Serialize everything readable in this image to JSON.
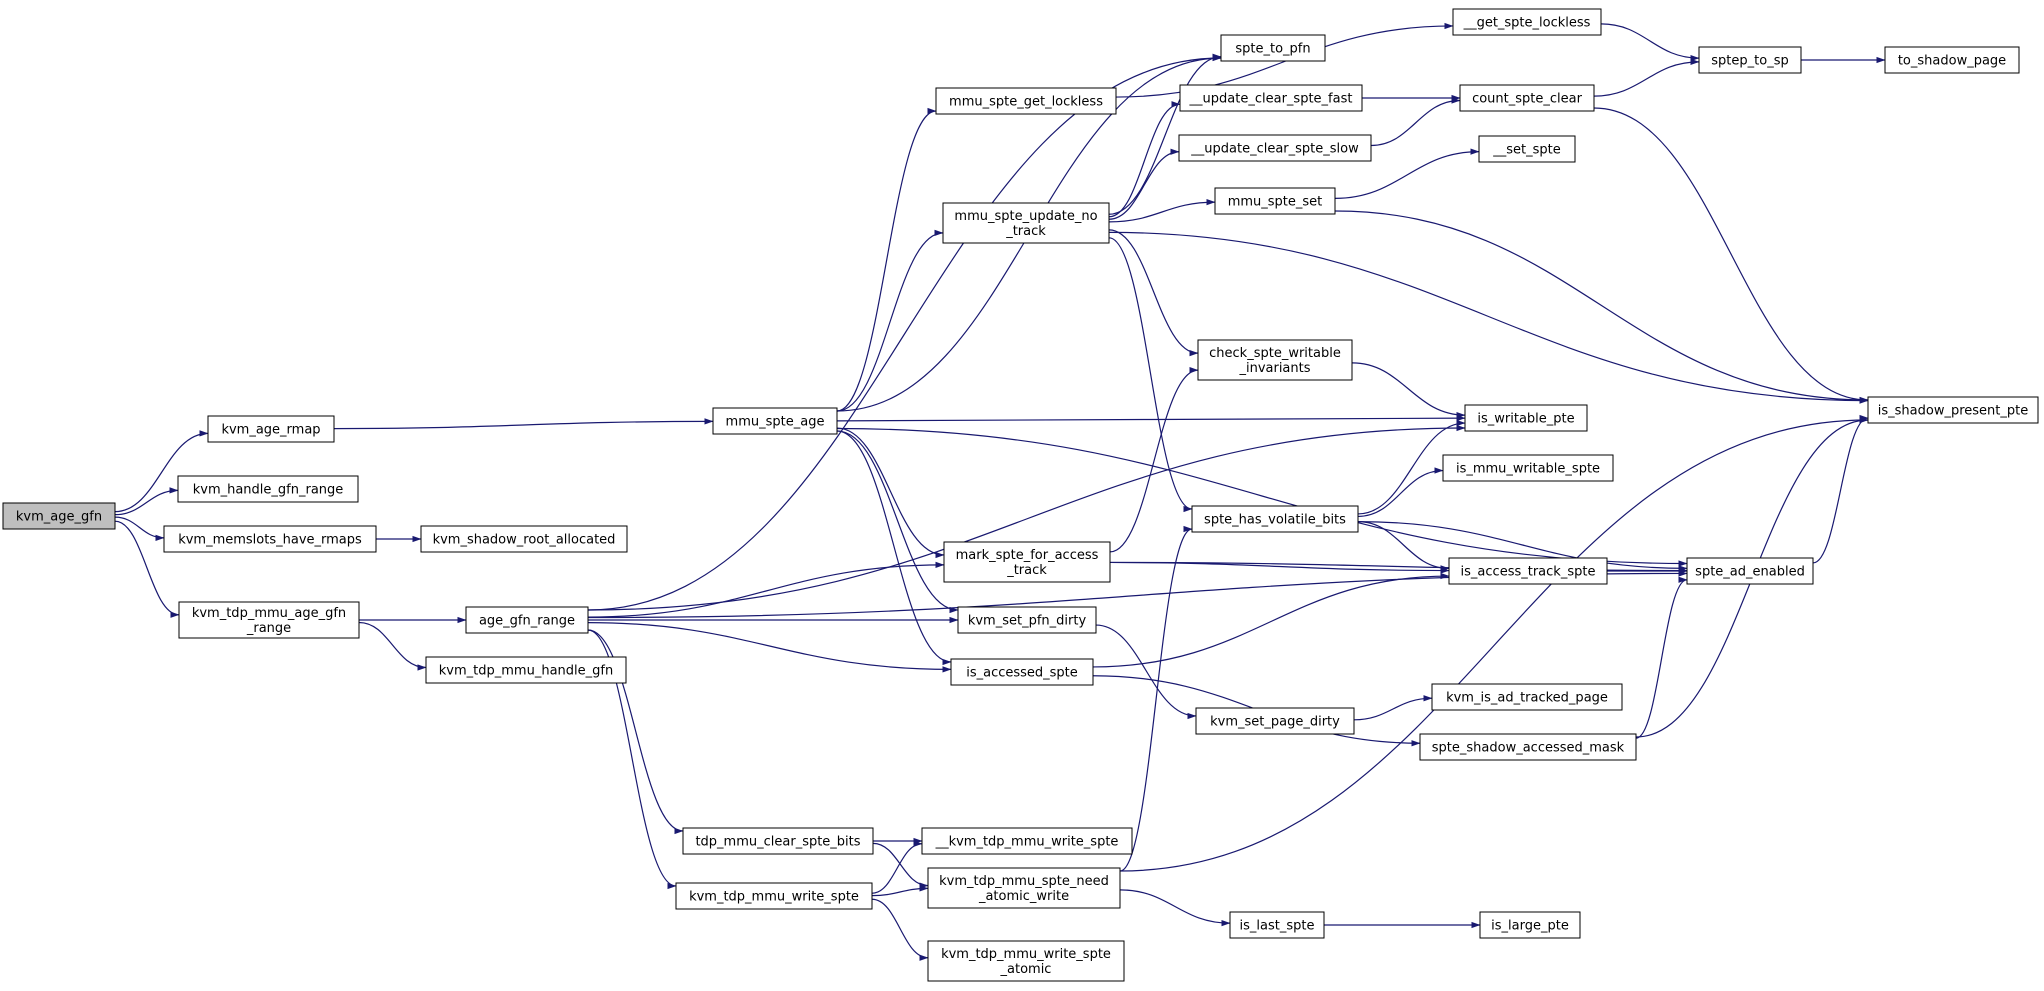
{
  "colors": {
    "edge": "#191970",
    "root_fill": "#bfbfbf",
    "node_fill": "#ffffff",
    "node_stroke": "#000000"
  },
  "nodes": [
    {
      "id": "kvm_age_gfn",
      "lines": [
        "kvm_age_gfn"
      ],
      "root": true
    },
    {
      "id": "kvm_age_rmap",
      "lines": [
        "kvm_age_rmap"
      ]
    },
    {
      "id": "kvm_handle_gfn_range",
      "lines": [
        "kvm_handle_gfn_range"
      ]
    },
    {
      "id": "kvm_memslots_have_rmaps",
      "lines": [
        "kvm_memslots_have_rmaps"
      ]
    },
    {
      "id": "kvm_shadow_root_allocated",
      "lines": [
        "kvm_shadow_root_allocated"
      ]
    },
    {
      "id": "kvm_tdp_mmu_age_gfn_range",
      "lines": [
        "kvm_tdp_mmu_age_gfn",
        "_range"
      ]
    },
    {
      "id": "age_gfn_range",
      "lines": [
        "age_gfn_range"
      ]
    },
    {
      "id": "kvm_tdp_mmu_handle_gfn",
      "lines": [
        "kvm_tdp_mmu_handle_gfn"
      ]
    },
    {
      "id": "mmu_spte_age",
      "lines": [
        "mmu_spte_age"
      ]
    },
    {
      "id": "mmu_spte_get_lockless",
      "lines": [
        "mmu_spte_get_lockless"
      ]
    },
    {
      "id": "spte_to_pfn",
      "lines": [
        "spte_to_pfn"
      ]
    },
    {
      "id": "__get_spte_lockless",
      "lines": [
        "__get_spte_lockless"
      ]
    },
    {
      "id": "mmu_spte_update_no_track",
      "lines": [
        "mmu_spte_update_no",
        "_track"
      ]
    },
    {
      "id": "__update_clear_spte_fast",
      "lines": [
        "__update_clear_spte_fast"
      ]
    },
    {
      "id": "__update_clear_spte_slow",
      "lines": [
        "__update_clear_spte_slow"
      ]
    },
    {
      "id": "count_spte_clear",
      "lines": [
        "count_spte_clear"
      ]
    },
    {
      "id": "sptep_to_sp",
      "lines": [
        "sptep_to_sp"
      ]
    },
    {
      "id": "to_shadow_page",
      "lines": [
        "to_shadow_page"
      ]
    },
    {
      "id": "mmu_spte_set",
      "lines": [
        "mmu_spte_set"
      ]
    },
    {
      "id": "__set_spte",
      "lines": [
        "__set_spte"
      ]
    },
    {
      "id": "check_spte_writable_invariants",
      "lines": [
        "check_spte_writable",
        "_invariants"
      ]
    },
    {
      "id": "is_writable_pte",
      "lines": [
        "is_writable_pte"
      ]
    },
    {
      "id": "is_shadow_present_pte",
      "lines": [
        "is_shadow_present_pte"
      ]
    },
    {
      "id": "is_mmu_writable_spte",
      "lines": [
        "is_mmu_writable_spte"
      ]
    },
    {
      "id": "spte_has_volatile_bits",
      "lines": [
        "spte_has_volatile_bits"
      ]
    },
    {
      "id": "mark_spte_for_access_track",
      "lines": [
        "mark_spte_for_access",
        "_track"
      ]
    },
    {
      "id": "is_access_track_spte",
      "lines": [
        "is_access_track_spte"
      ]
    },
    {
      "id": "spte_ad_enabled",
      "lines": [
        "spte_ad_enabled"
      ]
    },
    {
      "id": "kvm_set_pfn_dirty",
      "lines": [
        "kvm_set_pfn_dirty"
      ]
    },
    {
      "id": "is_accessed_spte",
      "lines": [
        "is_accessed_spte"
      ]
    },
    {
      "id": "kvm_set_page_dirty",
      "lines": [
        "kvm_set_page_dirty"
      ]
    },
    {
      "id": "kvm_is_ad_tracked_page",
      "lines": [
        "kvm_is_ad_tracked_page"
      ]
    },
    {
      "id": "spte_shadow_accessed_mask",
      "lines": [
        "spte_shadow_accessed_mask"
      ]
    },
    {
      "id": "tdp_mmu_clear_spte_bits",
      "lines": [
        "tdp_mmu_clear_spte_bits"
      ]
    },
    {
      "id": "__kvm_tdp_mmu_write_spte",
      "lines": [
        "__kvm_tdp_mmu_write_spte"
      ]
    },
    {
      "id": "kvm_tdp_mmu_write_spte",
      "lines": [
        "kvm_tdp_mmu_write_spte"
      ]
    },
    {
      "id": "kvm_tdp_mmu_spte_need_atomic_write",
      "lines": [
        "kvm_tdp_mmu_spte_need",
        "_atomic_write"
      ]
    },
    {
      "id": "kvm_tdp_mmu_write_spte_atomic",
      "lines": [
        "kvm_tdp_mmu_write_spte",
        "_atomic"
      ]
    },
    {
      "id": "is_last_spte",
      "lines": [
        "is_last_spte"
      ]
    },
    {
      "id": "is_large_pte",
      "lines": [
        "is_large_pte"
      ]
    }
  ],
  "edges": [
    [
      "kvm_age_gfn",
      "kvm_age_rmap"
    ],
    [
      "kvm_age_gfn",
      "kvm_handle_gfn_range"
    ],
    [
      "kvm_age_gfn",
      "kvm_memslots_have_rmaps"
    ],
    [
      "kvm_age_gfn",
      "kvm_tdp_mmu_age_gfn_range"
    ],
    [
      "kvm_age_rmap",
      "mmu_spte_age"
    ],
    [
      "kvm_memslots_have_rmaps",
      "kvm_shadow_root_allocated"
    ],
    [
      "kvm_tdp_mmu_age_gfn_range",
      "age_gfn_range"
    ],
    [
      "kvm_tdp_mmu_age_gfn_range",
      "kvm_tdp_mmu_handle_gfn"
    ],
    [
      "age_gfn_range",
      "spte_to_pfn"
    ],
    [
      "age_gfn_range",
      "is_writable_pte"
    ],
    [
      "age_gfn_range",
      "mark_spte_for_access_track"
    ],
    [
      "age_gfn_range",
      "kvm_set_pfn_dirty"
    ],
    [
      "age_gfn_range",
      "is_accessed_spte"
    ],
    [
      "age_gfn_range",
      "spte_ad_enabled"
    ],
    [
      "age_gfn_range",
      "tdp_mmu_clear_spte_bits"
    ],
    [
      "age_gfn_range",
      "kvm_tdp_mmu_write_spte"
    ],
    [
      "mmu_spte_age",
      "mmu_spte_get_lockless"
    ],
    [
      "mmu_spte_age",
      "spte_to_pfn"
    ],
    [
      "mmu_spte_age",
      "mmu_spte_update_no_track"
    ],
    [
      "mmu_spte_age",
      "spte_ad_enabled"
    ],
    [
      "mmu_spte_age",
      "is_writable_pte"
    ],
    [
      "mmu_spte_age",
      "mark_spte_for_access_track"
    ],
    [
      "mmu_spte_age",
      "kvm_set_pfn_dirty"
    ],
    [
      "mmu_spte_age",
      "is_accessed_spte"
    ],
    [
      "mmu_spte_get_lockless",
      "__get_spte_lockless"
    ],
    [
      "__get_spte_lockless",
      "sptep_to_sp"
    ],
    [
      "sptep_to_sp",
      "to_shadow_page"
    ],
    [
      "mmu_spte_update_no_track",
      "spte_to_pfn"
    ],
    [
      "mmu_spte_update_no_track",
      "__update_clear_spte_fast"
    ],
    [
      "mmu_spte_update_no_track",
      "__update_clear_spte_slow"
    ],
    [
      "mmu_spte_update_no_track",
      "mmu_spte_set"
    ],
    [
      "mmu_spte_update_no_track",
      "check_spte_writable_invariants"
    ],
    [
      "mmu_spte_update_no_track",
      "is_shadow_present_pte"
    ],
    [
      "mmu_spte_update_no_track",
      "spte_has_volatile_bits"
    ],
    [
      "__update_clear_spte_fast",
      "count_spte_clear"
    ],
    [
      "__update_clear_spte_slow",
      "count_spte_clear"
    ],
    [
      "count_spte_clear",
      "sptep_to_sp"
    ],
    [
      "count_spte_clear",
      "is_shadow_present_pte"
    ],
    [
      "mmu_spte_set",
      "__set_spte"
    ],
    [
      "mmu_spte_set",
      "is_shadow_present_pte"
    ],
    [
      "check_spte_writable_invariants",
      "is_writable_pte"
    ],
    [
      "spte_has_volatile_bits",
      "is_writable_pte"
    ],
    [
      "spte_has_volatile_bits",
      "is_mmu_writable_spte"
    ],
    [
      "spte_has_volatile_bits",
      "is_access_track_spte"
    ],
    [
      "spte_has_volatile_bits",
      "spte_ad_enabled"
    ],
    [
      "mark_spte_for_access_track",
      "check_spte_writable_invariants"
    ],
    [
      "mark_spte_for_access_track",
      "is_access_track_spte"
    ],
    [
      "mark_spte_for_access_track",
      "spte_ad_enabled"
    ],
    [
      "is_access_track_spte",
      "spte_ad_enabled"
    ],
    [
      "spte_ad_enabled",
      "is_shadow_present_pte"
    ],
    [
      "kvm_set_pfn_dirty",
      "kvm_set_page_dirty"
    ],
    [
      "kvm_set_page_dirty",
      "kvm_is_ad_tracked_page"
    ],
    [
      "is_accessed_spte",
      "is_access_track_spte"
    ],
    [
      "is_accessed_spte",
      "spte_shadow_accessed_mask"
    ],
    [
      "spte_shadow_accessed_mask",
      "spte_ad_enabled"
    ],
    [
      "spte_shadow_accessed_mask",
      "is_shadow_present_pte"
    ],
    [
      "tdp_mmu_clear_spte_bits",
      "__kvm_tdp_mmu_write_spte"
    ],
    [
      "tdp_mmu_clear_spte_bits",
      "kvm_tdp_mmu_spte_need_atomic_write"
    ],
    [
      "kvm_tdp_mmu_write_spte",
      "__kvm_tdp_mmu_write_spte"
    ],
    [
      "kvm_tdp_mmu_write_spte",
      "kvm_tdp_mmu_spte_need_atomic_write"
    ],
    [
      "kvm_tdp_mmu_write_spte",
      "kvm_tdp_mmu_write_spte_atomic"
    ],
    [
      "kvm_tdp_mmu_spte_need_atomic_write",
      "spte_has_volatile_bits"
    ],
    [
      "kvm_tdp_mmu_spte_need_atomic_write",
      "is_shadow_present_pte"
    ],
    [
      "kvm_tdp_mmu_spte_need_atomic_write",
      "is_last_spte"
    ],
    [
      "is_last_spte",
      "is_large_pte"
    ]
  ]
}
